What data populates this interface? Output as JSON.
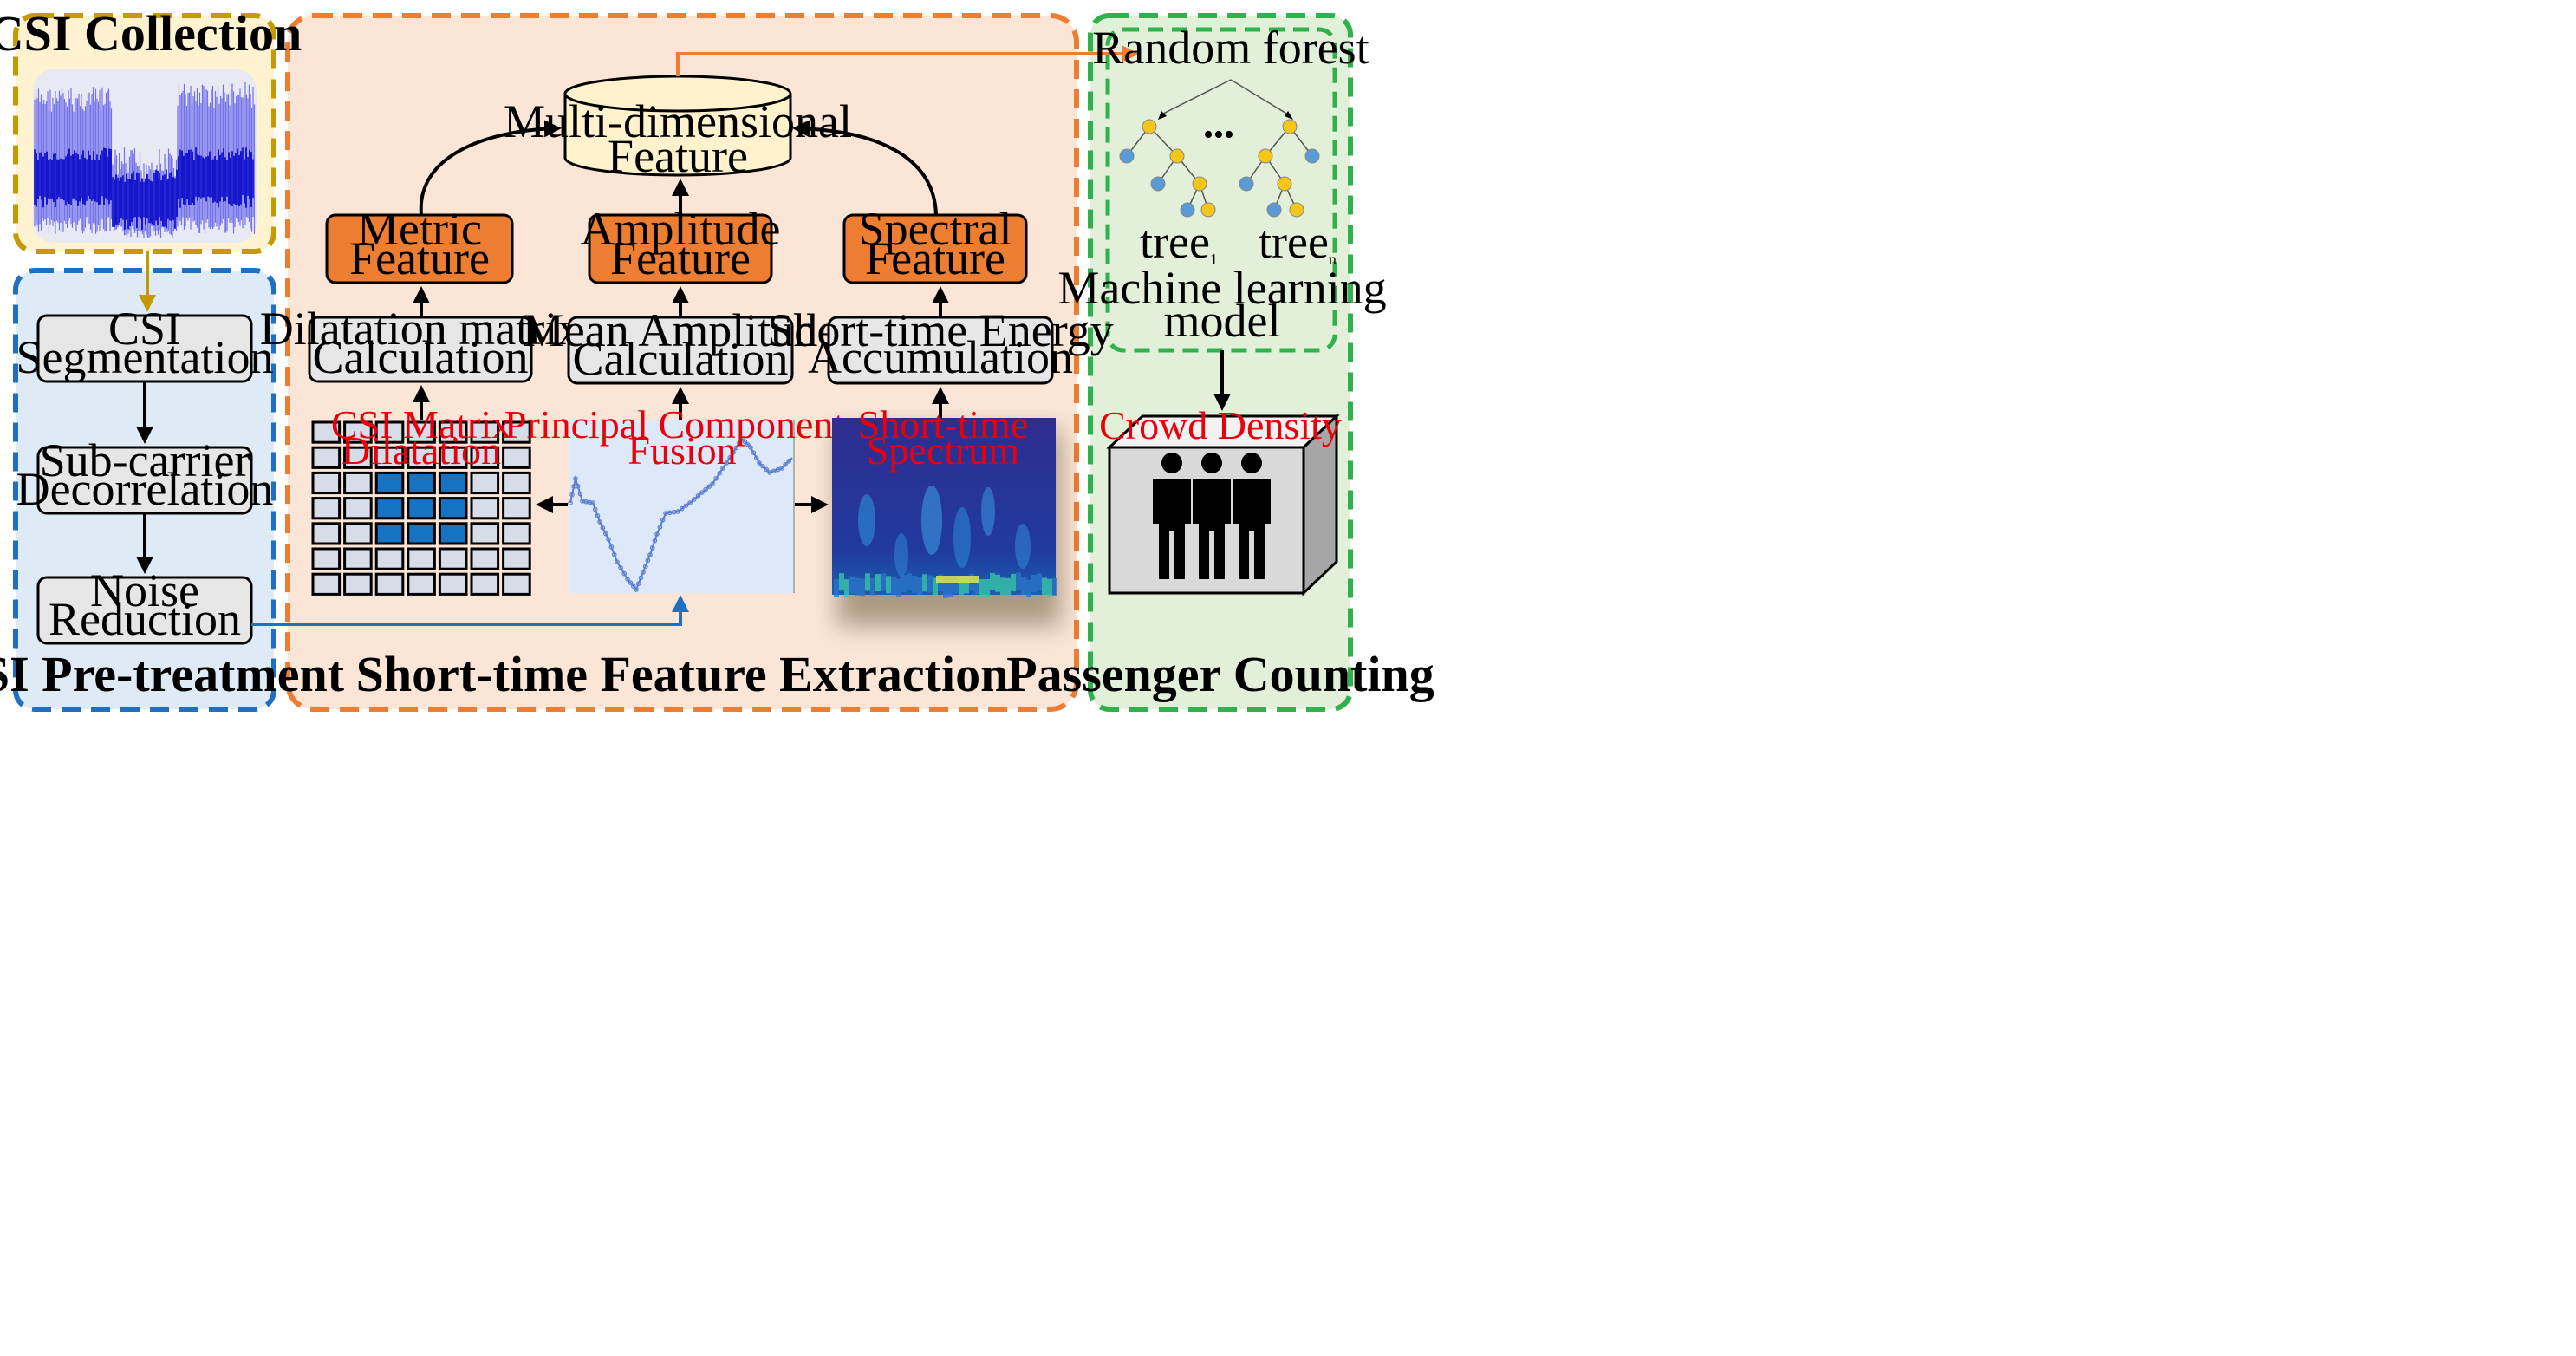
{
  "panels": {
    "collection": "CSI Collection",
    "pretreatment": "CSI Pre-treatment",
    "extraction": "Short-time Feature Extraction",
    "counting": "Passenger Counting"
  },
  "pretreatment_steps": [
    {
      "line1": "CSI",
      "line2": "Segmentation"
    },
    {
      "line1": "Sub-carrier",
      "line2": "Decorrelation"
    },
    {
      "line1": "Noise",
      "line2": "Reduction"
    }
  ],
  "features": {
    "metric": {
      "line1": "Metric",
      "line2": "Feature"
    },
    "amplitude": {
      "line1": "Amplitude",
      "line2": "Feature"
    },
    "spectral": {
      "line1": "Spectral",
      "line2": "Feature"
    }
  },
  "calculations": {
    "dilatation": {
      "line1": "Dilatation matrix",
      "line2": "Calculation"
    },
    "mean_amplitude": {
      "line1": "Mean Amplitude",
      "line2": "Calculation"
    },
    "energy": {
      "line1": "Short-time Energy",
      "line2": "Accumulation"
    }
  },
  "database": {
    "line1": "Multi-dimensional",
    "line2": "Feature"
  },
  "inputs": {
    "matrix": {
      "line1": "CSI Matrix",
      "line2": "Dilatation"
    },
    "pca": {
      "line1": "Principal Components",
      "line2": "Fusion"
    },
    "spectrum": {
      "line1": "Short-time",
      "line2": "Spectrum"
    }
  },
  "model": {
    "random_forest": "Random forest",
    "tree1": "tree",
    "tree1_sub": "1",
    "treen": "tree",
    "treen_sub": "n",
    "ellipsis": "•••",
    "label_line1": "Machine learning",
    "label_line2": "model"
  },
  "output": {
    "label": "Crowd Density"
  },
  "colors": {
    "orange_accent": "#ed7d31",
    "gold_border": "#c49a00",
    "blue_border": "#1f70c1",
    "green_border": "#2fb24c",
    "red_text": "#e8000b",
    "signal_blue": "#1212e8",
    "matrix_blue": "#1673c4",
    "node_gold": "#f5c518",
    "node_blue": "#5b9bd5"
  }
}
